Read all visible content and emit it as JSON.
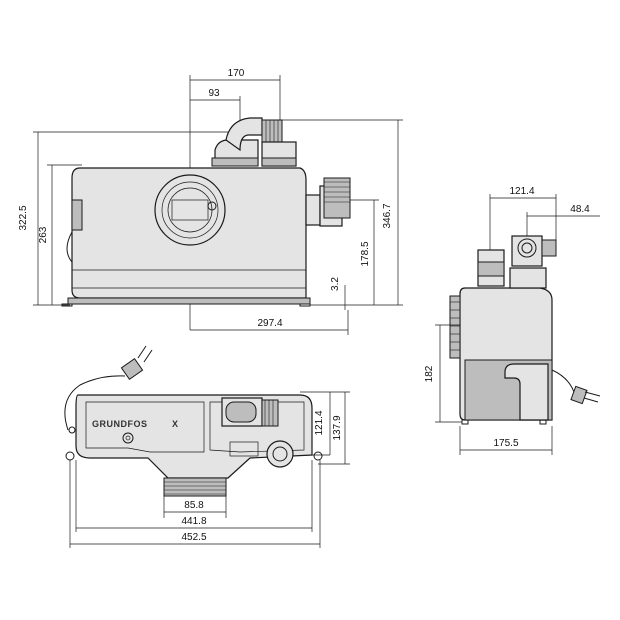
{
  "logo": {
    "text": "GRUNDFOS"
  },
  "front_view": {
    "dims": {
      "width_top": "170",
      "inlet_offset": "93",
      "total_height": "322.5",
      "body_height": "263",
      "side_height": "346.7",
      "inlet_height": "178.5",
      "foot_height": "3.2",
      "depth": "297.4"
    }
  },
  "side_view": {
    "dims": {
      "outlet_spacing": "121.4",
      "outlet_offset": "48.4",
      "height": "182",
      "width": "175.5"
    }
  },
  "top_view": {
    "dims": {
      "inner_width": "121.4",
      "outer_width": "137.9",
      "outlet_width": "85.8",
      "length": "441.8",
      "total_length": "452.5"
    }
  }
}
